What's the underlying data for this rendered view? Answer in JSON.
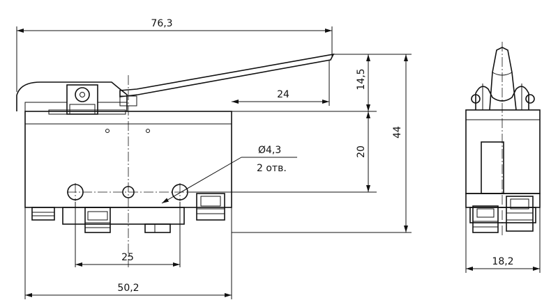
{
  "dimensions": {
    "overall_length": "76,3",
    "lever_height": "14,5",
    "overall_height": "44",
    "lever_offset": "24",
    "hole_height": "20",
    "hole_diameter": "Ø4,3",
    "hole_count": "2 отв.",
    "hole_spacing": "25",
    "body_length": "50,2",
    "body_width": "18,2"
  }
}
